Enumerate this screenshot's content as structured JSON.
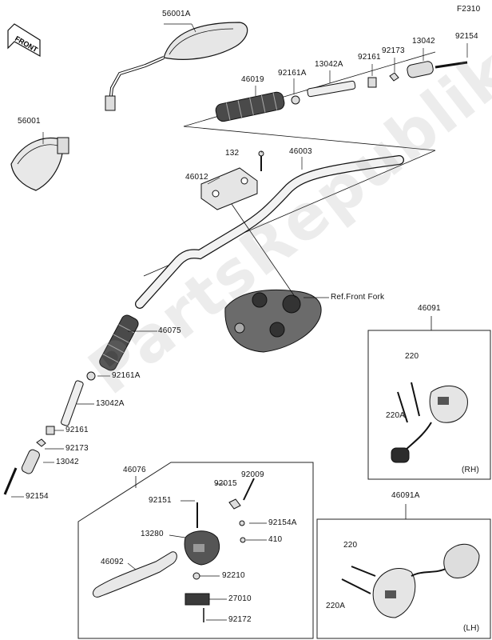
{
  "figure_code": "F2310",
  "front_label": "FRONT",
  "watermark": "PartsRepublik",
  "colors": {
    "line": "#111111",
    "part_fill": "#dcdcdc",
    "part_dark": "#3a3a3a",
    "box": "#222222"
  },
  "callouts": {
    "c56001A": "56001A",
    "c56001": "56001",
    "c46019": "46019",
    "c92161A_top": "92161A",
    "c13042A_top": "13042A",
    "c92161_top": "92161",
    "c92173_top": "92173",
    "c13042_top": "13042",
    "c92154_top": "92154",
    "c132": "132",
    "c46003": "46003",
    "c46012": "46012",
    "ref_front_fork": "Ref.Front Fork",
    "c46075": "46075",
    "c92161A_left": "92161A",
    "c13042A_left": "13042A",
    "c92161_left": "92161",
    "c92173_left": "92173",
    "c13042_left": "13042",
    "c92154_left": "92154",
    "c46091": "46091",
    "c220_rh": "220",
    "c220A_rh": "220A",
    "rh": "(RH)",
    "c46076": "46076",
    "c92009": "92009",
    "c92015": "92015",
    "c92151": "92151",
    "c92154A": "92154A",
    "c13280": "13280",
    "c410": "410",
    "c46092": "46092",
    "c92210": "92210",
    "c27010": "27010",
    "c92172": "92172",
    "c46091A": "46091A",
    "c220_lh": "220",
    "c220A_lh": "220A",
    "lh": "(LH)"
  }
}
